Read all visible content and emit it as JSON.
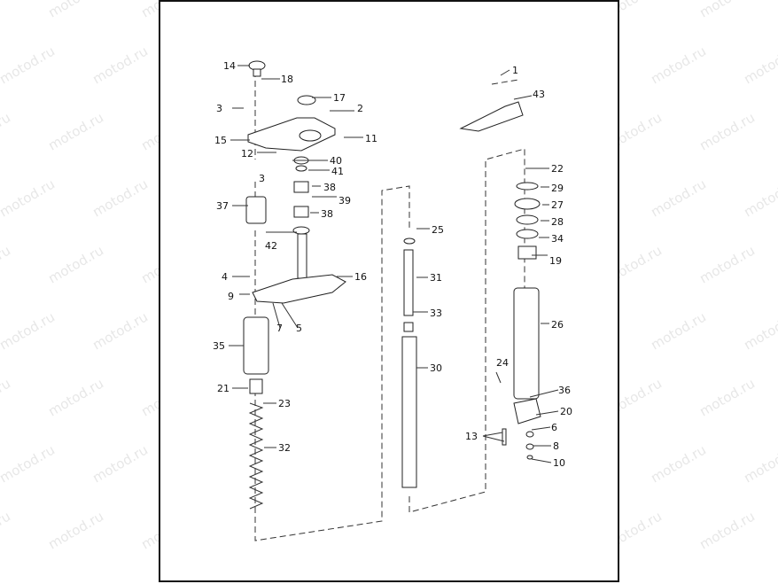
{
  "watermark": "motod.ru",
  "callouts": [
    "1",
    "43",
    "14",
    "18",
    "17",
    "2",
    "3",
    "15",
    "11",
    "12",
    "40",
    "41",
    "38",
    "39",
    "37",
    "42",
    "25",
    "22",
    "29",
    "27",
    "28",
    "34",
    "19",
    "4",
    "16",
    "9",
    "31",
    "5",
    "7",
    "33",
    "26",
    "35",
    "30",
    "24",
    "36",
    "21",
    "23",
    "20",
    "13",
    "6",
    "8",
    "10",
    "32"
  ]
}
